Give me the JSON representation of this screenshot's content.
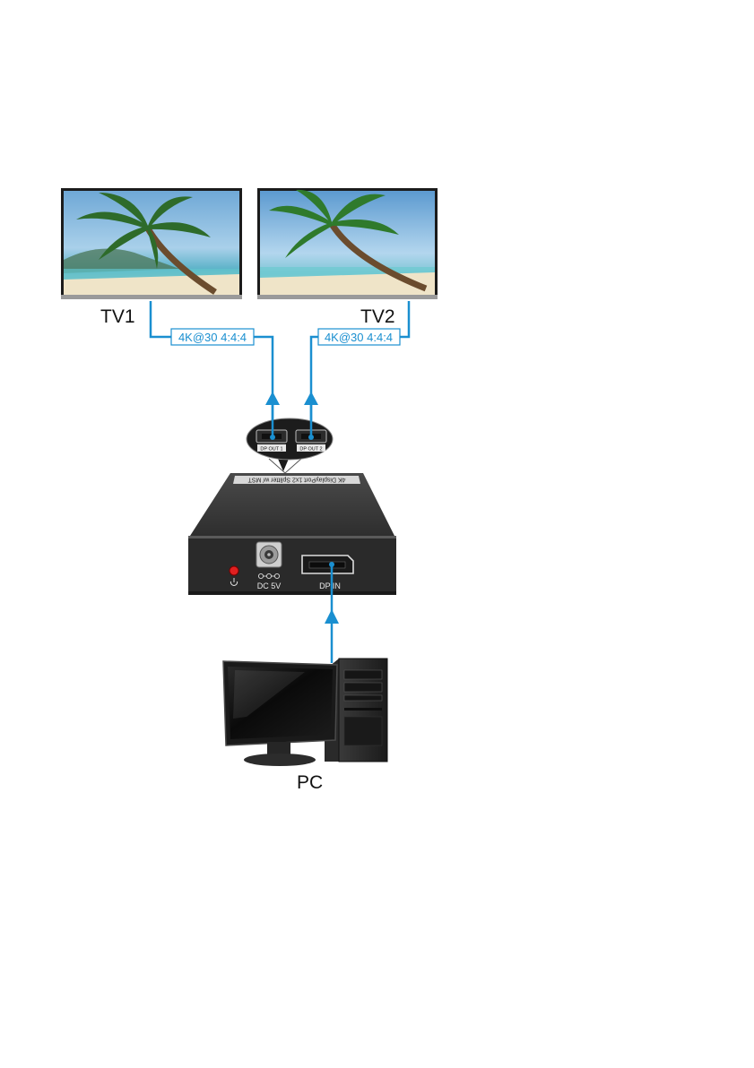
{
  "devices": {
    "tv1": {
      "label": "TV1"
    },
    "tv2": {
      "label": "TV2"
    },
    "pc": {
      "label": "PC"
    }
  },
  "links": {
    "tv1": {
      "spec": "4K@30 4:4:4"
    },
    "tv2": {
      "spec": "4K@30 4:4:4"
    }
  },
  "splitter": {
    "top_text": "4K DisplayPort 1x2 Splitter w/ MST",
    "ports_out": [
      "DP OUT 1",
      "DP OUT 2"
    ],
    "power_label": "DC 5V",
    "input_label": "DP IN",
    "power_icon_name": "power-icon"
  },
  "colors": {
    "cable": "#1a8fd0",
    "label_text": "#1a8fd0",
    "device_body": "#3a3a3a",
    "led": "#e02020"
  }
}
